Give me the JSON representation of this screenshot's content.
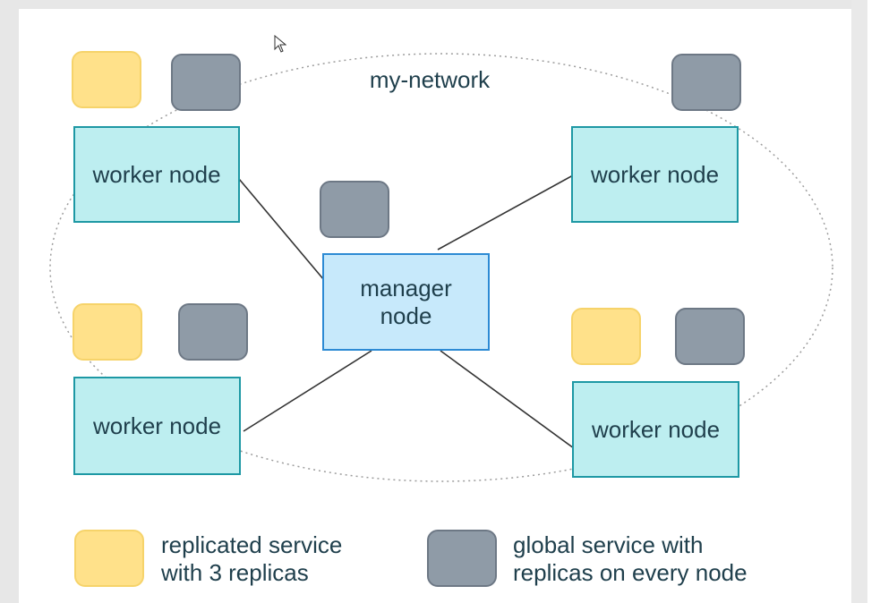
{
  "network": {
    "label": "my-network"
  },
  "nodes": {
    "manager": {
      "line1": "manager",
      "line2": "node"
    },
    "workers": [
      "worker node",
      "worker node",
      "worker node",
      "worker node"
    ]
  },
  "legend": {
    "replicated": {
      "line1": "replicated service",
      "line2": "with 3 replicas"
    },
    "global": {
      "line1": "global service with",
      "line2": "replicas on every node"
    }
  },
  "colors": {
    "replicated_fill": "#ffe18a",
    "global_fill": "#8f9ba7",
    "worker_fill": "#bdeef0",
    "worker_border": "#1d98a4",
    "manager_fill": "#c7e9fb",
    "manager_border": "#2c8ad4"
  },
  "icons": {
    "cursor": "mouse-pointer-icon"
  }
}
